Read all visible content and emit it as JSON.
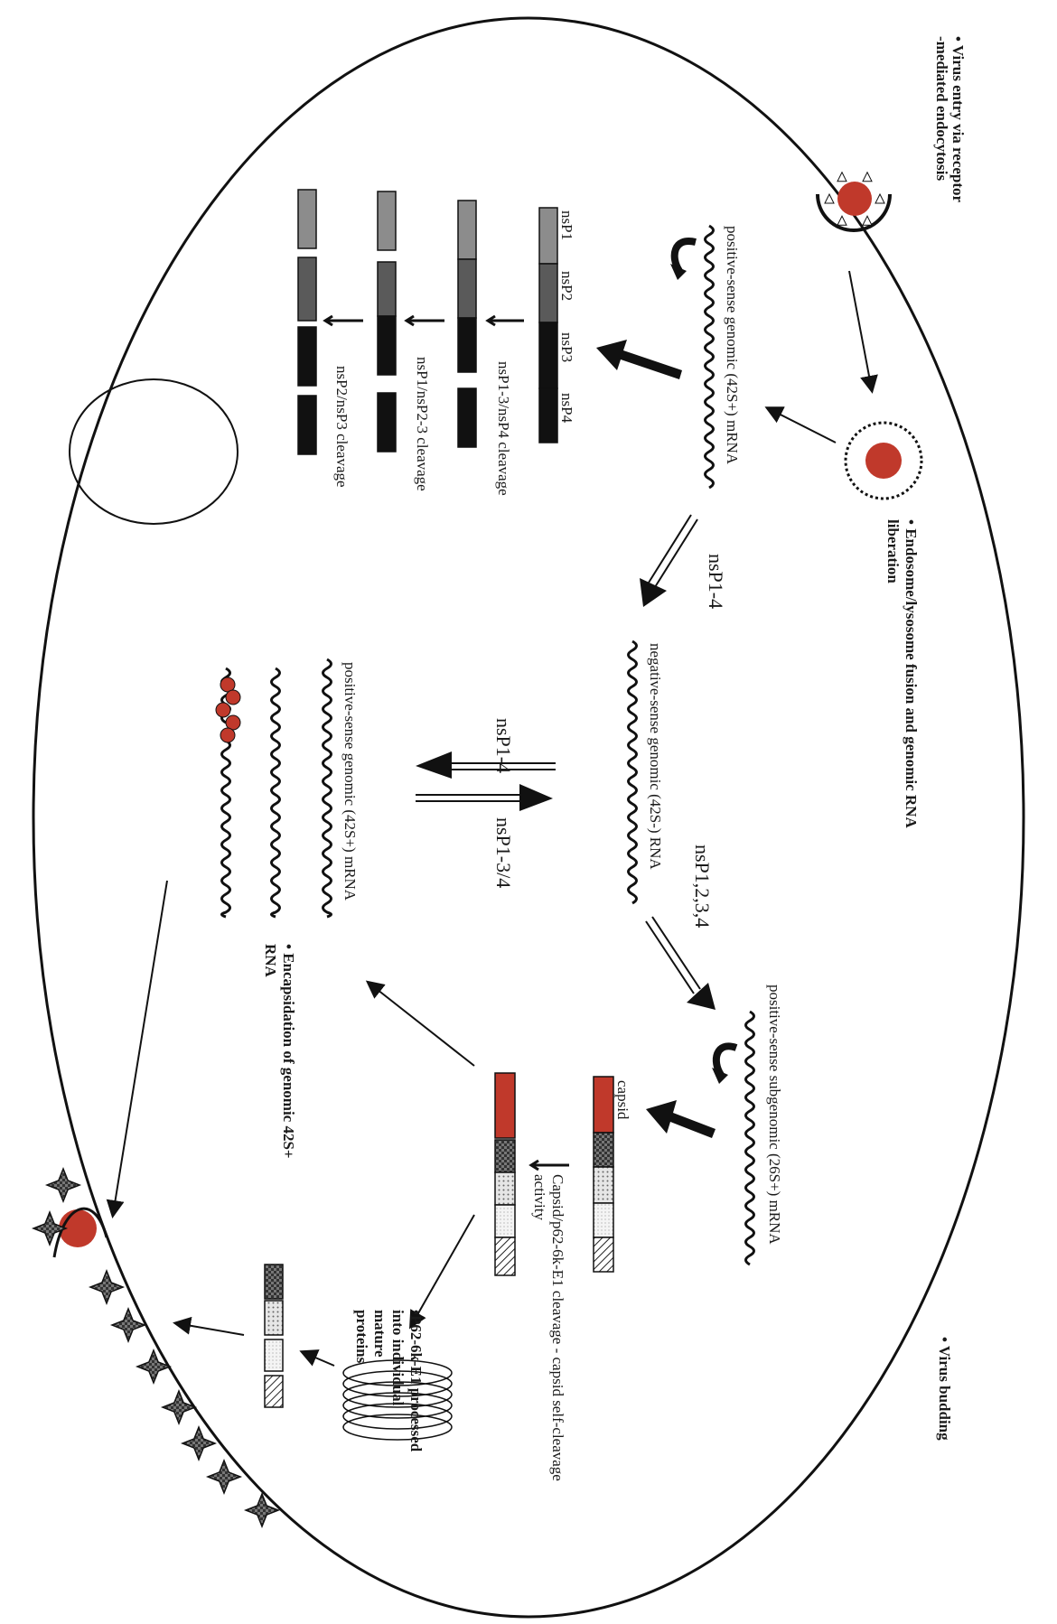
{
  "colors": {
    "virus": "#c0392b",
    "outline": "#111111",
    "bar_light": "#8c8c8c",
    "bar_mid": "#5a5a5a",
    "bar_dark": "#111111"
  },
  "steps": {
    "entry": "• Virus entry via receptor -mediated endocytosis",
    "liberation": "• Endosome/lysosome fusion and genomic RNA liberation",
    "encapsidation": "• Encapsidation of genomic 42S+ RNA",
    "processing": "•P62-6k-E1 processed into individual mature proteins",
    "budding": "• Virus budding"
  },
  "rna": {
    "genomic_pos": "positive-sense genomic (42S+) mRNA",
    "genomic_neg": "negative-sense genomic (42S-) RNA",
    "genomic_pos_2": "positive-sense genomic (42S+) mRNA",
    "subgenomic": "positive-sense subgenomic (26S+) mRNA"
  },
  "proteins": {
    "nsp1": "nsP1",
    "nsp2": "nsP2",
    "nsp3": "nsP3",
    "nsp4": "nsP4",
    "capsid": "capsid"
  },
  "cleavages": {
    "c1": "nsP1-3/nsP4 cleavage",
    "c2": "nsP1/nsP2-3 cleavage",
    "c3": "nsP2/nsP3 cleavage",
    "structural": "Capsid/p62-6k-E1 cleavage - capsid self-cleavage activity"
  },
  "enzymes": {
    "e1": "nsP1-4",
    "e2": "nsP1-4",
    "e3": "nsP1-3/4",
    "e4": "nsP1,2,3,4"
  }
}
